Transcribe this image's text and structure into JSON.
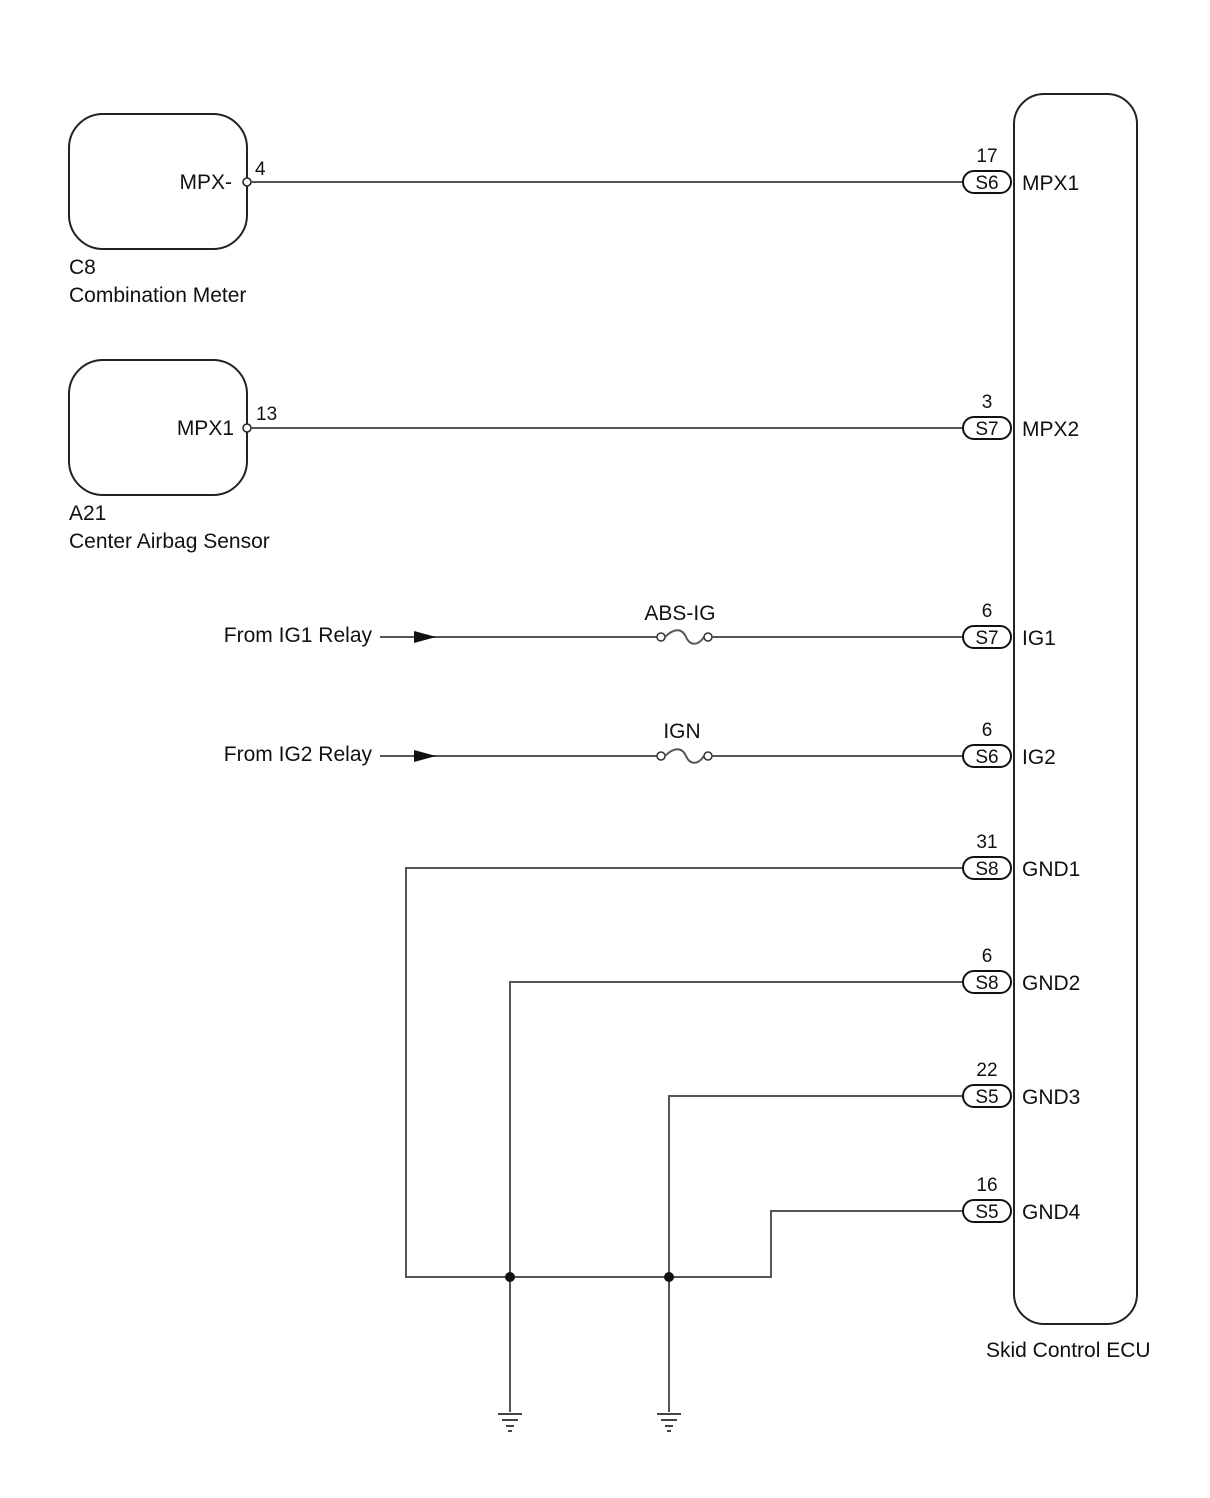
{
  "components": {
    "combination_meter": {
      "code": "C8",
      "name": "Combination Meter",
      "terminal_label": "MPX-",
      "pin": "4"
    },
    "center_airbag_sensor": {
      "code": "A21",
      "name": "Center Airbag Sensor",
      "terminal_label": "MPX1",
      "pin": "13"
    },
    "ecu": {
      "name": "Skid Control ECU"
    }
  },
  "ecu_terminals": [
    {
      "pin": "17",
      "connector": "S6",
      "label": "MPX1"
    },
    {
      "pin": "3",
      "connector": "S7",
      "label": "MPX2"
    },
    {
      "pin": "6",
      "connector": "S7",
      "label": "IG1"
    },
    {
      "pin": "6",
      "connector": "S6",
      "label": "IG2"
    },
    {
      "pin": "31",
      "connector": "S8",
      "label": "GND1"
    },
    {
      "pin": "6",
      "connector": "S8",
      "label": "GND2"
    },
    {
      "pin": "22",
      "connector": "S5",
      "label": "GND3"
    },
    {
      "pin": "16",
      "connector": "S5",
      "label": "GND4"
    }
  ],
  "sources": [
    {
      "label": "From IG1 Relay",
      "fuse": "ABS-IG"
    },
    {
      "label": "From IG2 Relay",
      "fuse": "IGN"
    }
  ],
  "grounds": [
    {
      "icon": "ground-symbol-icon"
    },
    {
      "icon": "ground-symbol-icon"
    }
  ]
}
